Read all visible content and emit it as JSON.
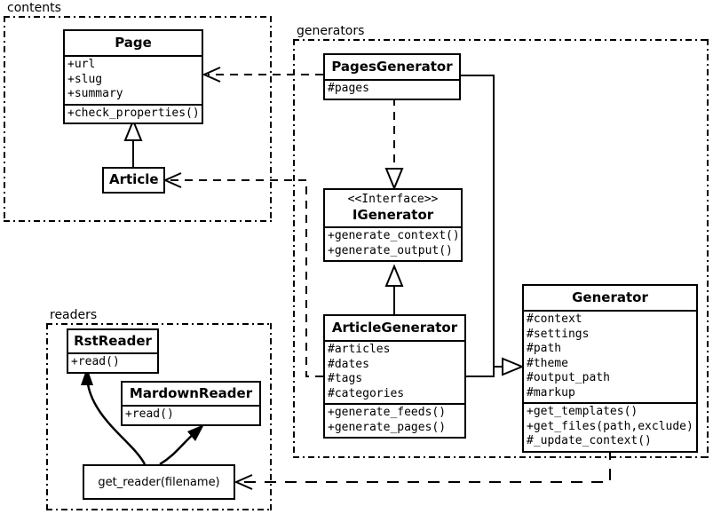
{
  "diagram": {
    "title": "Pelican architecture UML class diagram",
    "stroke_color": "#000000",
    "background": "#ffffff"
  },
  "packages": [
    {
      "id": "contents",
      "label": "contents"
    },
    {
      "id": "generators",
      "label": "generators"
    },
    {
      "id": "readers",
      "label": "readers"
    }
  ],
  "classes": {
    "page": {
      "name": "Page",
      "attributes": [
        "+url",
        "+slug",
        "+summary"
      ],
      "methods": [
        "+check_properties()"
      ]
    },
    "article": {
      "name": "Article",
      "attributes": [],
      "methods": []
    },
    "pages_generator": {
      "name": "PagesGenerator",
      "attributes": [
        "#pages"
      ],
      "methods": []
    },
    "igenerator": {
      "stereotype": "<<Interface>>",
      "name": "IGenerator",
      "attributes": [],
      "methods": [
        "+generate_context()",
        "+generate_output()"
      ]
    },
    "article_generator": {
      "name": "ArticleGenerator",
      "attributes": [
        "#articles",
        "#dates",
        "#tags",
        "#categories"
      ],
      "methods": [
        "+generate_feeds()",
        "+generate_pages()"
      ]
    },
    "generator": {
      "name": "Generator",
      "attributes": [
        "#context",
        "#settings",
        "#path",
        "#theme",
        "#output_path",
        "#markup"
      ],
      "methods": [
        "+get_templates()",
        "+get_files(path,exclude)",
        "#_update_context()"
      ]
    },
    "rst_reader": {
      "name": "RstReader",
      "attributes": [],
      "methods": [
        "+read()"
      ]
    },
    "markdown_reader": {
      "name": "MardownReader",
      "attributes": [],
      "methods": [
        "+read()"
      ]
    },
    "get_reader": {
      "name": "get_reader(filename)"
    }
  },
  "relationships": [
    {
      "id": "article-inherits-page",
      "type": "generalization",
      "from": "Article",
      "to": "Page"
    },
    {
      "id": "pagesgen-depends-page",
      "type": "dependency",
      "from": "PagesGenerator",
      "to": "Page"
    },
    {
      "id": "articlegen-depends-article",
      "type": "dependency",
      "from": "ArticleGenerator",
      "to": "Article"
    },
    {
      "id": "pagesgen-realizes-igenerator",
      "type": "realization",
      "from": "PagesGenerator",
      "to": "IGenerator"
    },
    {
      "id": "articlegen-inherits-igenerator",
      "type": "generalization",
      "from": "ArticleGenerator",
      "to": "IGenerator"
    },
    {
      "id": "pagesgen-inherits-generator",
      "type": "generalization",
      "from": "PagesGenerator",
      "to": "Generator"
    },
    {
      "id": "articlegen-inherits-generator",
      "type": "generalization",
      "from": "ArticleGenerator",
      "to": "Generator"
    },
    {
      "id": "generator-depends-getreader",
      "type": "dependency",
      "from": "Generator",
      "to": "get_reader(filename)"
    },
    {
      "id": "getreader-uses-rstreader",
      "type": "association",
      "from": "get_reader(filename)",
      "to": "RstReader"
    },
    {
      "id": "getreader-uses-markdownreader",
      "type": "association",
      "from": "get_reader(filename)",
      "to": "MardownReader"
    }
  ]
}
